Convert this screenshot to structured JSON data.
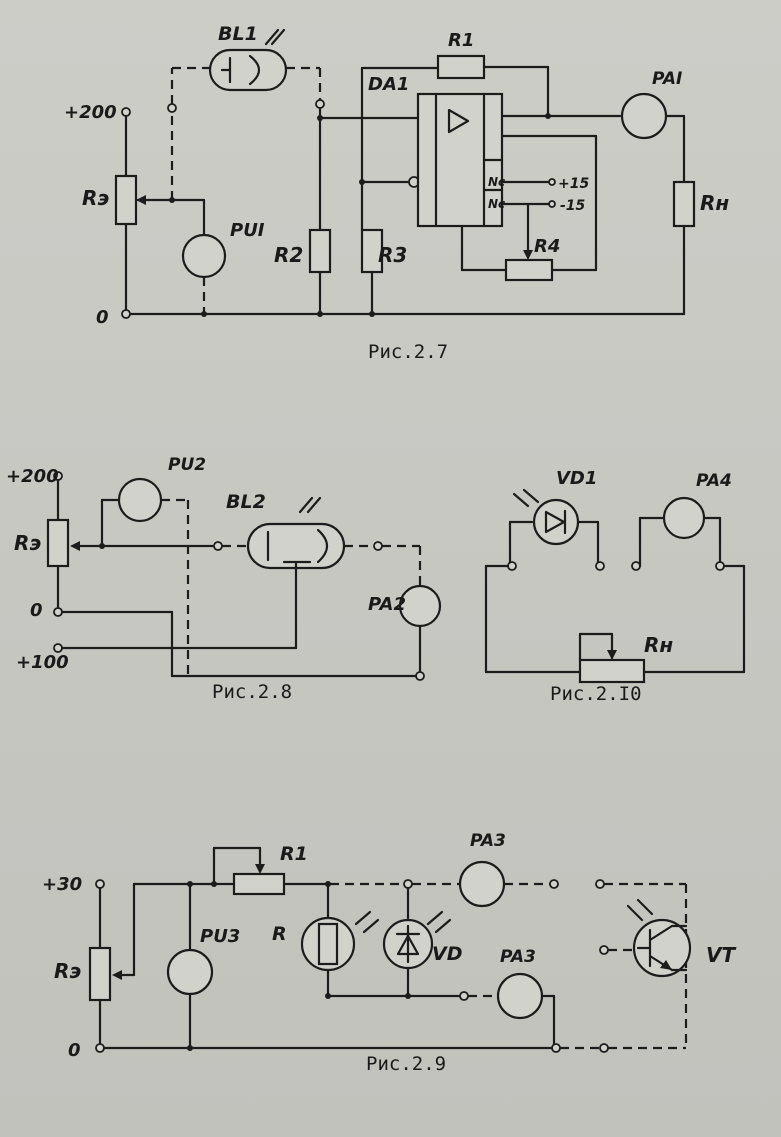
{
  "fig27": {
    "caption": "Рис.2.7",
    "v_plus": "+200",
    "v_zero": "0",
    "re": "Rэ",
    "bl1": "BL1",
    "pu1": "PUI",
    "r2": "R2",
    "r3": "R3",
    "da1": "DA1",
    "r1": "R1",
    "pa1": "PAI",
    "rn": "Rн",
    "r4": "R4",
    "nc1": "Nc",
    "nc2": "Nc",
    "p15": "+15",
    "m15": "-15"
  },
  "fig28": {
    "caption": "Рис.2.8",
    "v_plus200": "+200",
    "v_zero": "0",
    "v_plus100": "+100",
    "re": "Rэ",
    "pu2": "PU2",
    "bl2": "BL2",
    "pa2": "PA2"
  },
  "fig210": {
    "caption": "Рис.2.I0",
    "vd1": "VD1",
    "pa4": "PA4",
    "rn": "Rн"
  },
  "fig29": {
    "caption": "Рис.2.9",
    "v_plus30": "+30",
    "v_zero": "0",
    "re": "Rэ",
    "r1": "R1",
    "pu3": "PU3",
    "r": "R",
    "vd": "VD",
    "pa3_top": "PA3",
    "pa3_bottom": "PA3",
    "vt": "VT"
  }
}
